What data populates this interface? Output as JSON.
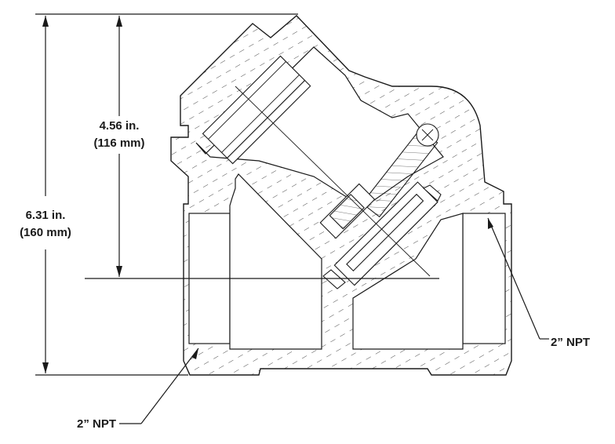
{
  "dimensions": {
    "overall_height_in": "6.31 in.",
    "overall_height_mm": "(160 mm)",
    "cap_height_in": "4.56 in.",
    "cap_height_mm": "(116 mm)"
  },
  "callouts": {
    "right_port": "2” NPT",
    "left_port": "2” NPT"
  },
  "colors": {
    "ink": "#1a1a1a",
    "background": "#ffffff"
  }
}
